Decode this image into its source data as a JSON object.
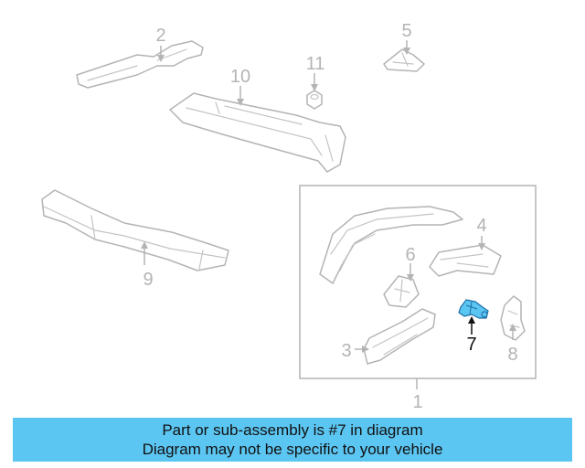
{
  "diagram": {
    "highlighted_part": "7",
    "callouts": [
      {
        "id": "c1",
        "label": "1"
      },
      {
        "id": "c2",
        "label": "2"
      },
      {
        "id": "c3",
        "label": "3"
      },
      {
        "id": "c4",
        "label": "4"
      },
      {
        "id": "c5",
        "label": "5"
      },
      {
        "id": "c6",
        "label": "6"
      },
      {
        "id": "c7",
        "label": "7"
      },
      {
        "id": "c8",
        "label": "8"
      },
      {
        "id": "c9",
        "label": "9"
      },
      {
        "id": "c10",
        "label": "10"
      },
      {
        "id": "c11",
        "label": "11"
      }
    ],
    "colors": {
      "line": "#b4b4b4",
      "highlight_fill": "#5cc6f2",
      "highlight_stroke": "#1e6fa8",
      "active_text": "#111111"
    }
  },
  "banner": {
    "line1": "Part or sub-assembly is #7 in diagram",
    "line2": "Diagram may not be specific to your vehicle",
    "background": "#5cc6f2"
  }
}
